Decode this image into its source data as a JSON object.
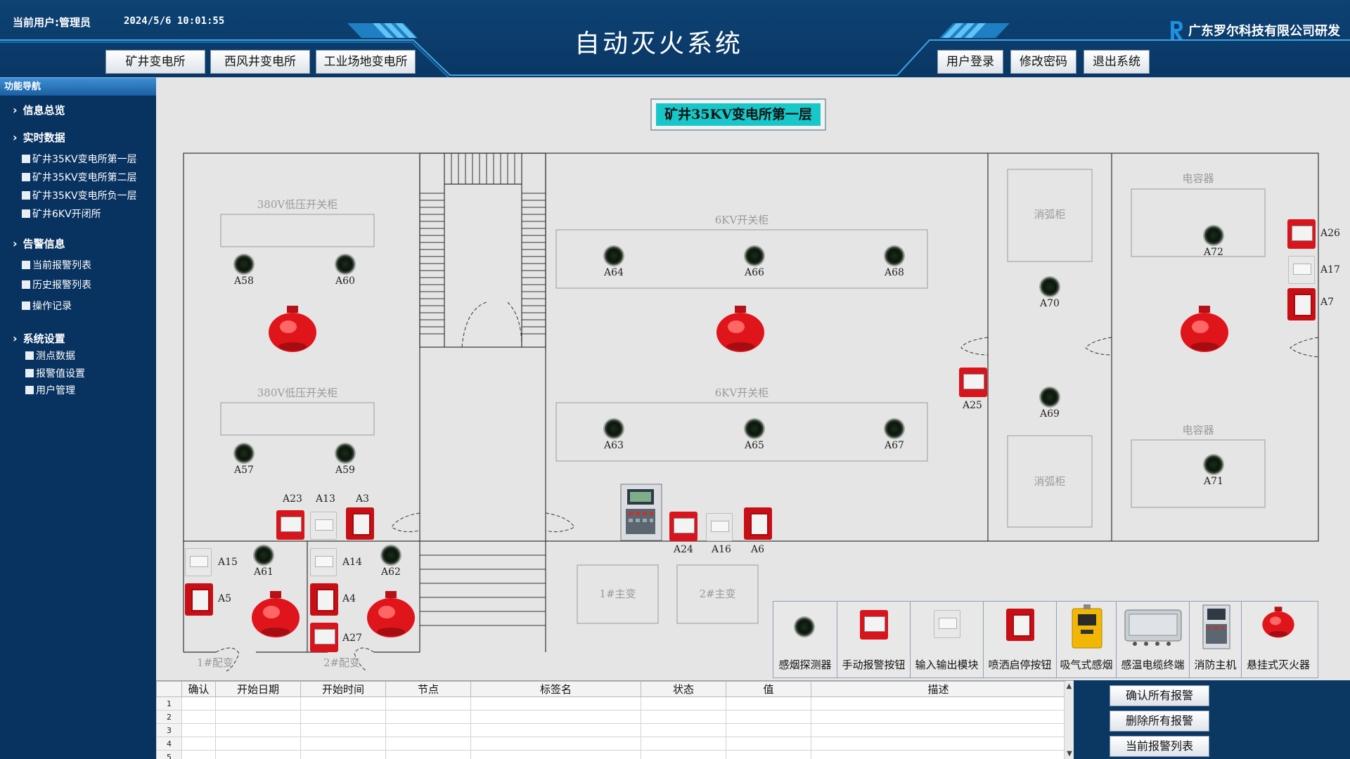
{
  "header": {
    "user_label": "当前用户:管理员",
    "datetime": "2024/5/6  10:01:55",
    "title": "自动灭火系统",
    "company": "广东罗尔科技有限公司研发",
    "tabs": [
      "矿井变电所",
      "西风井变电所",
      "工业场地变电所"
    ],
    "actions": [
      "用户登录",
      "修改密码",
      "退出系统"
    ]
  },
  "sidebar": {
    "title": "功能导航",
    "sections": [
      {
        "label": "信息总览",
        "items": []
      },
      {
        "label": "实时数据",
        "items": [
          "矿井35KV变电所第一层",
          "矿井35KV变电所第二层",
          "矿井35KV变电所负一层",
          "矿井6KV开闭所"
        ]
      },
      {
        "label": "告警信息",
        "items": [
          "当前报警列表",
          "历史报警列表",
          "操作记录"
        ]
      },
      {
        "label": "系统设置",
        "items": [
          "测点数据",
          "报警值设置",
          "用户管理"
        ]
      }
    ]
  },
  "floor": {
    "title": "矿井35KV变电所第一层",
    "rooms": {
      "lv_cabinet_top": "380V低压开关柜",
      "lv_cabinet_bottom": "380V低压开关柜",
      "hv_cabinet_top": "6KV开关柜",
      "hv_cabinet_bottom": "6KV开关柜",
      "arc_top": "消弧柜",
      "arc_bottom": "消弧柜",
      "cap_top": "电容器",
      "cap_bottom": "电容器",
      "transformer_1": "1#主变",
      "transformer_2": "2#主变",
      "dist_1": "1#配变",
      "dist_2": "2#配变"
    },
    "devices": {
      "A58": "A58",
      "A60": "A60",
      "A57": "A57",
      "A59": "A59",
      "A64": "A64",
      "A66": "A66",
      "A68": "A68",
      "A63": "A63",
      "A65": "A65",
      "A67": "A67",
      "A70": "A70",
      "A69": "A69",
      "A72": "A72",
      "A71": "A71",
      "A26": "A26",
      "A17": "A17",
      "A7": "A7",
      "A25": "A25",
      "A23": "A23",
      "A13": "A13",
      "A3": "A3",
      "A15": "A15",
      "A61": "A61",
      "A5": "A5",
      "A14": "A14",
      "A62": "A62",
      "A4": "A4",
      "A27": "A27",
      "A24": "A24",
      "A16": "A16",
      "A6": "A6"
    }
  },
  "legend": [
    "感烟探测器",
    "手动报警按钮",
    "输入输出模块",
    "喷洒启停按钮",
    "吸气式感烟",
    "感温电缆终端",
    "消防主机",
    "悬挂式灭火器"
  ],
  "alarm_table": {
    "columns": [
      "确认",
      "开始日期",
      "开始时间",
      "节点",
      "标签名",
      "状态",
      "值",
      "描述"
    ],
    "row_numbers": [
      "1",
      "2",
      "3",
      "4",
      "5"
    ]
  },
  "alarm_actions": [
    "确认所有报警",
    "删除所有报警",
    "当前报警列表"
  ],
  "colors": {
    "frame": "#0b3763",
    "accent_cyan": "#17c7c9",
    "alarm_red": "#d8141c",
    "canvas": "#e5e5e5"
  }
}
